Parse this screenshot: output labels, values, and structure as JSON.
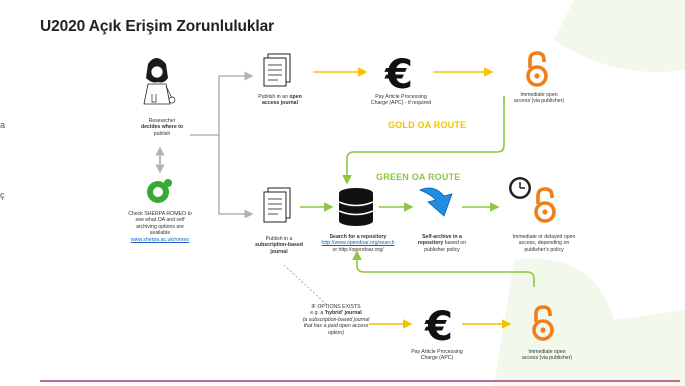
{
  "title": "U2020 Açık Erişim Zorunluluklar",
  "edge_chars": [
    "a",
    "ç"
  ],
  "researcher": {
    "line1": "Researcher",
    "line2": "decides where to",
    "line3": "publish"
  },
  "sherpa": {
    "text1": "Check SHERPA ROMEO to",
    "text2": "see what OA and self",
    "text3": "archiving options are",
    "text4": "available",
    "link": "www.sherpa.ac.uk/romeo"
  },
  "open_journal": {
    "line1": "Publish in an",
    "line1b": "open",
    "line2": "access journal"
  },
  "apc_top": {
    "line1": "Pay Article Processing",
    "line2": "Charge (APC) - if required"
  },
  "immediate_top": {
    "line1": "Immediate open",
    "line2": "access (via publisher)"
  },
  "gold_route": "GOLD OA ROUTE",
  "green_route": "GREEN OA ROUTE",
  "subscription_journal": {
    "line1": "Publish in a",
    "line2": "subscription-based",
    "line3": "journal"
  },
  "repository": {
    "line1": "Search for a repository",
    "link1": "http://www.opendoar.org/search",
    "line3": "or http://opendoar.org/"
  },
  "self_archive": {
    "line1": "Self-archive in a",
    "line2": "repository",
    "line2b": "based on",
    "line3": "publisher policy"
  },
  "delayed": {
    "line1": "Immediate or delayed open",
    "line2": "access, depending on",
    "line3": "publisher's policy"
  },
  "hybrid": {
    "line1": "IF OPTIONS EXISTS",
    "line2a": "e.g. a",
    "line2b": "'hybrid' journal",
    "line3": "(a subscription-based journal",
    "line4": "that has a paid open access",
    "line5": "option)"
  },
  "apc_bottom": {
    "line1": "Pay Article Processing",
    "line2": "Charge (APC)"
  },
  "immediate_bottom": {
    "line1": "Immediate open",
    "line2": "access (via publisher)"
  },
  "colors": {
    "gold": "#f3c300",
    "green": "#8dc63f",
    "orange": "#f07f1a",
    "accent": "#c1679a",
    "grey_arrow": "#b3b3b3"
  }
}
